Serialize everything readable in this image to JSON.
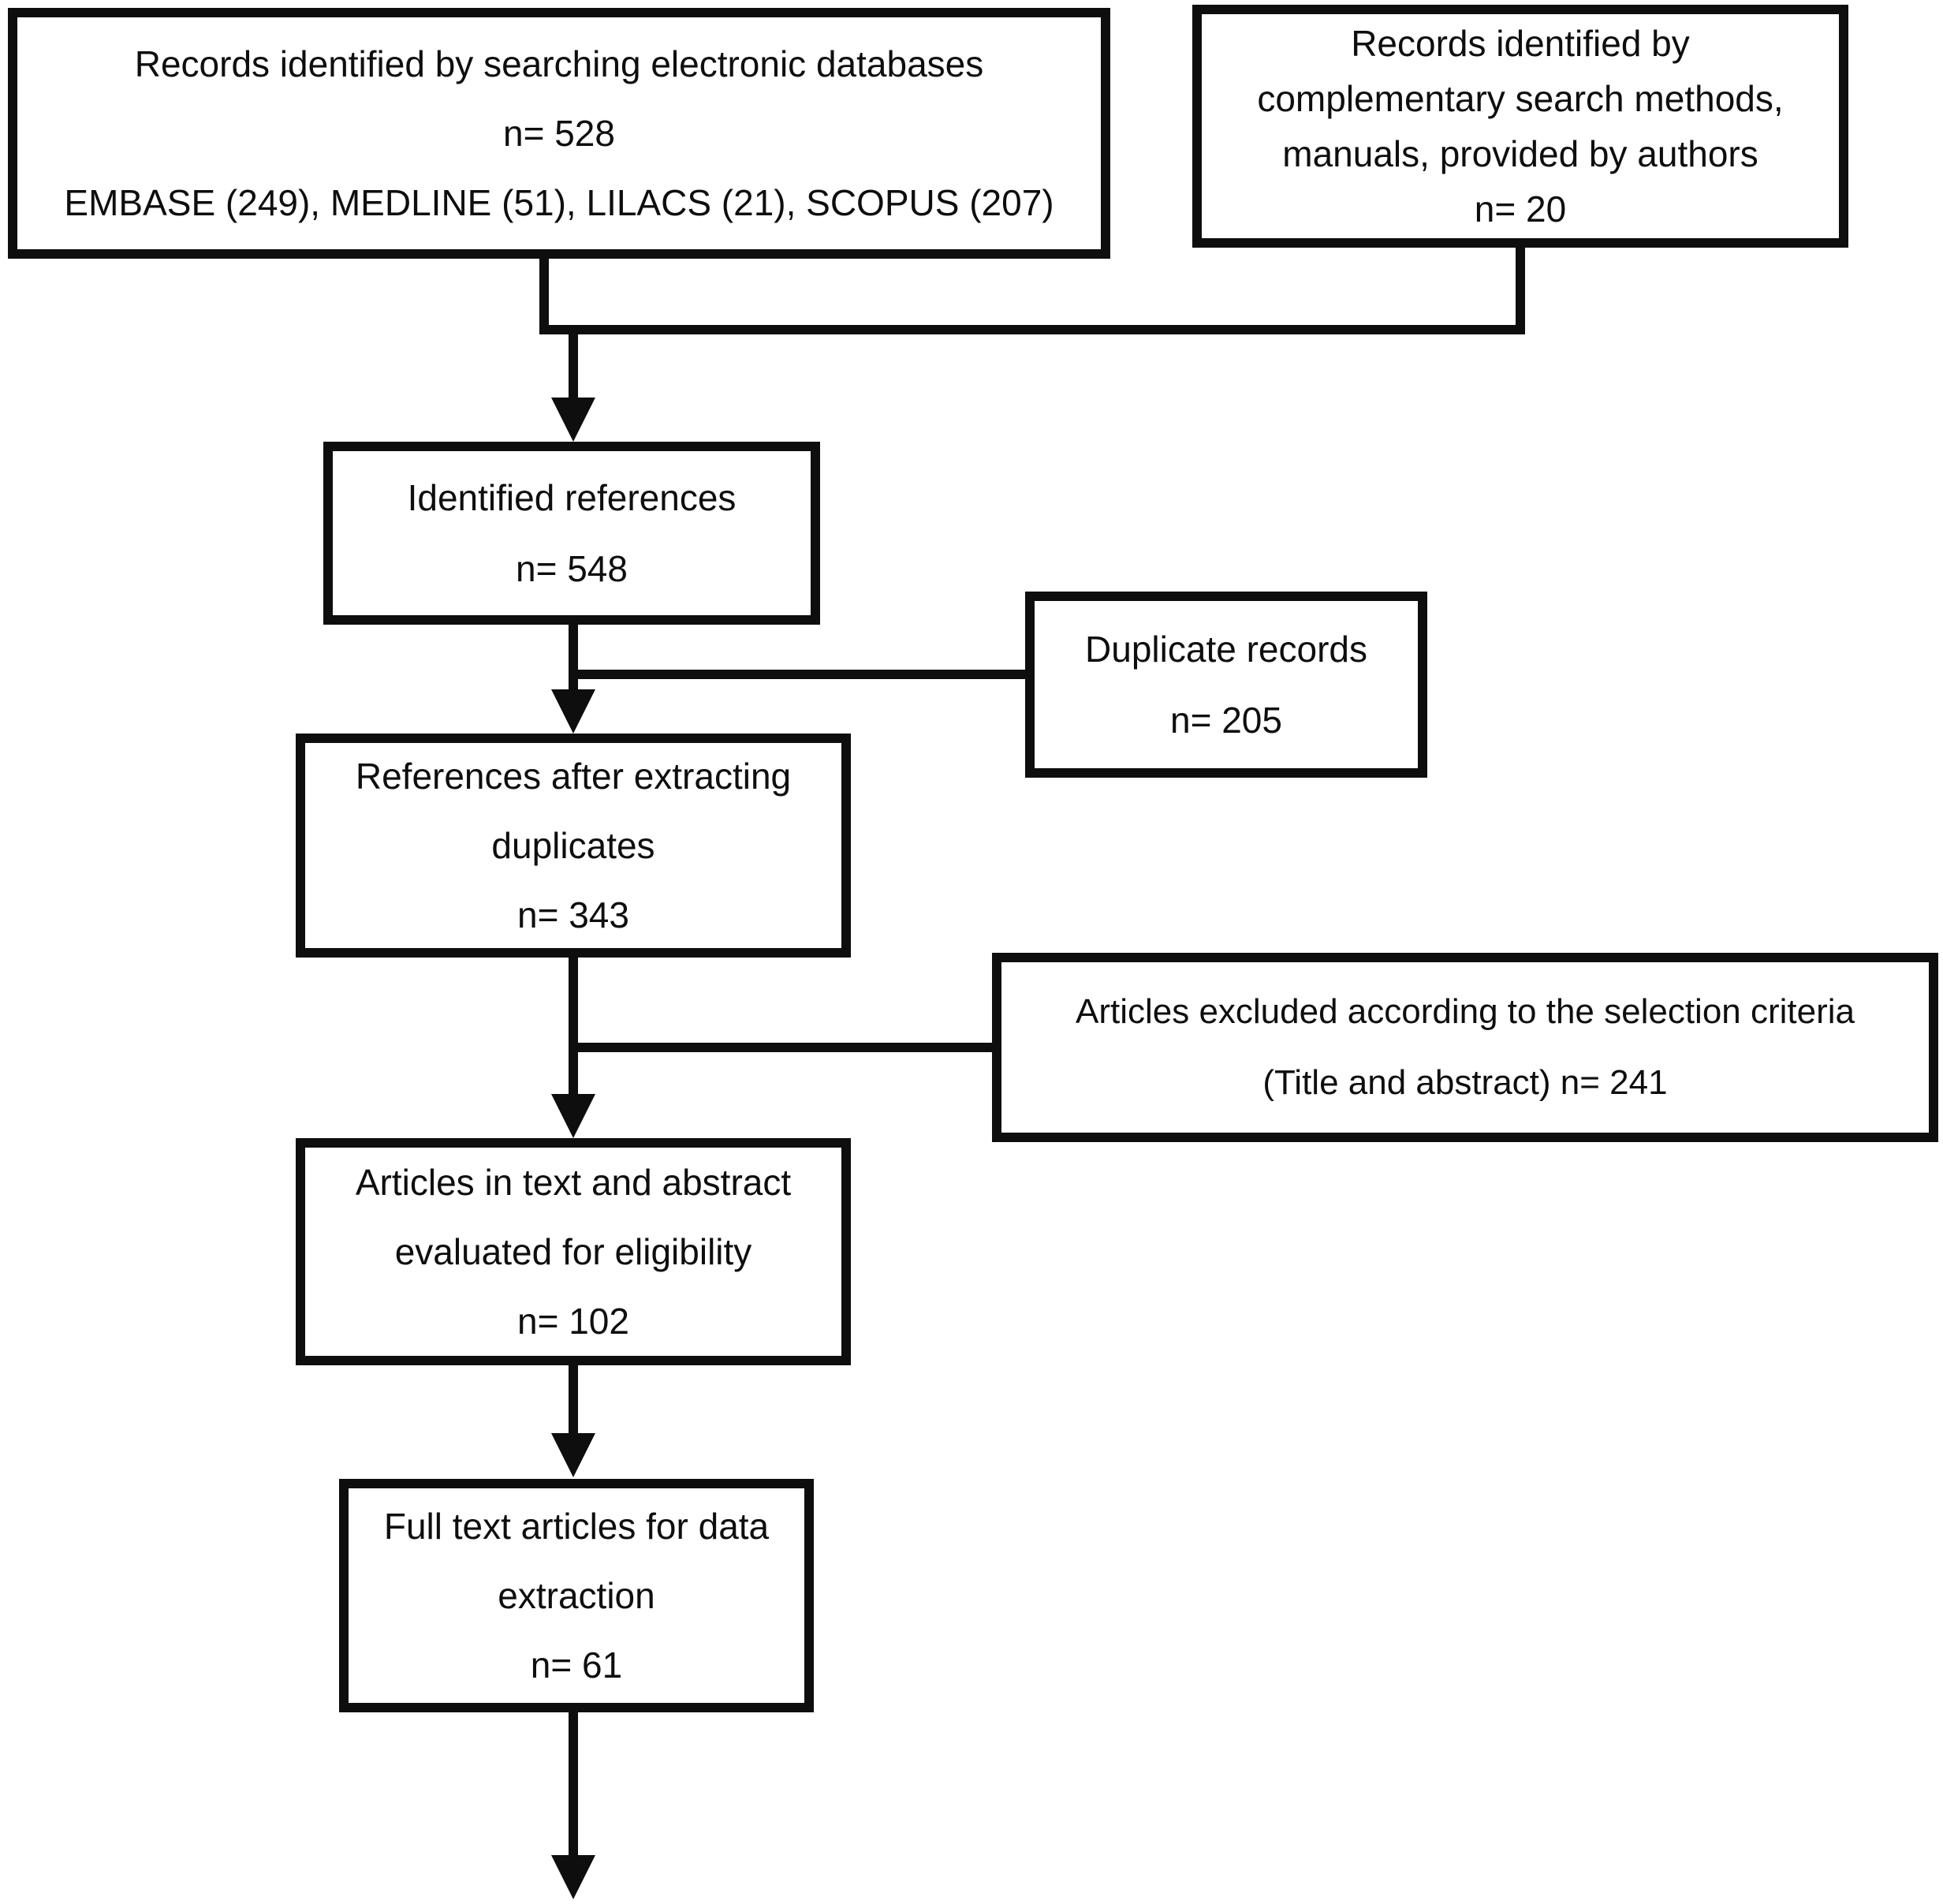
{
  "figure": {
    "kind": "prisma-flow-diagram",
    "ink_color": "#0e0e0e",
    "background_color": "#ffffff"
  },
  "boxes": {
    "databases": {
      "lines": [
        "Records identified by searching electronic databases",
        "n= 528",
        "EMBASE (249), MEDLINE (51), LILACS (21), SCOPUS (207)"
      ]
    },
    "complementary": {
      "lines": [
        "Records identified by",
        "complementary search methods,",
        "manuals, provided by authors",
        "n= 20"
      ]
    },
    "identified": {
      "lines": [
        "Identified references",
        "n= 548"
      ]
    },
    "duplicates": {
      "lines": [
        "Duplicate records",
        "n= 205"
      ]
    },
    "after_duplicates": {
      "lines": [
        "References after extracting",
        "duplicates",
        "n= 343"
      ]
    },
    "excluded": {
      "lines": [
        "Articles excluded according to the selection criteria",
        "(Title and abstract) n= 241"
      ]
    },
    "eligibility": {
      "lines": [
        "Articles in text and abstract",
        "evaluated for eligibility",
        "n= 102"
      ]
    },
    "fulltext": {
      "lines": [
        "Full text articles for data",
        "extraction",
        "n= 61"
      ]
    }
  },
  "counts": {
    "databases_total": 528,
    "embase": 249,
    "medline": 51,
    "lilacs": 21,
    "scopus": 207,
    "complementary": 20,
    "identified": 548,
    "duplicates": 205,
    "after_duplicates": 343,
    "excluded_title_abstract": 241,
    "eligibility": 102,
    "full_text": 61
  },
  "edges": [
    {
      "from": "databases",
      "to": "identified"
    },
    {
      "from": "complementary",
      "to": "identified"
    },
    {
      "from": "identified",
      "to": "duplicates",
      "type": "side-branch"
    },
    {
      "from": "identified",
      "to": "after_duplicates"
    },
    {
      "from": "after_duplicates",
      "to": "excluded",
      "type": "side-branch"
    },
    {
      "from": "after_duplicates",
      "to": "eligibility"
    },
    {
      "from": "eligibility",
      "to": "fulltext"
    },
    {
      "from": "fulltext",
      "to": "continued-below"
    }
  ]
}
